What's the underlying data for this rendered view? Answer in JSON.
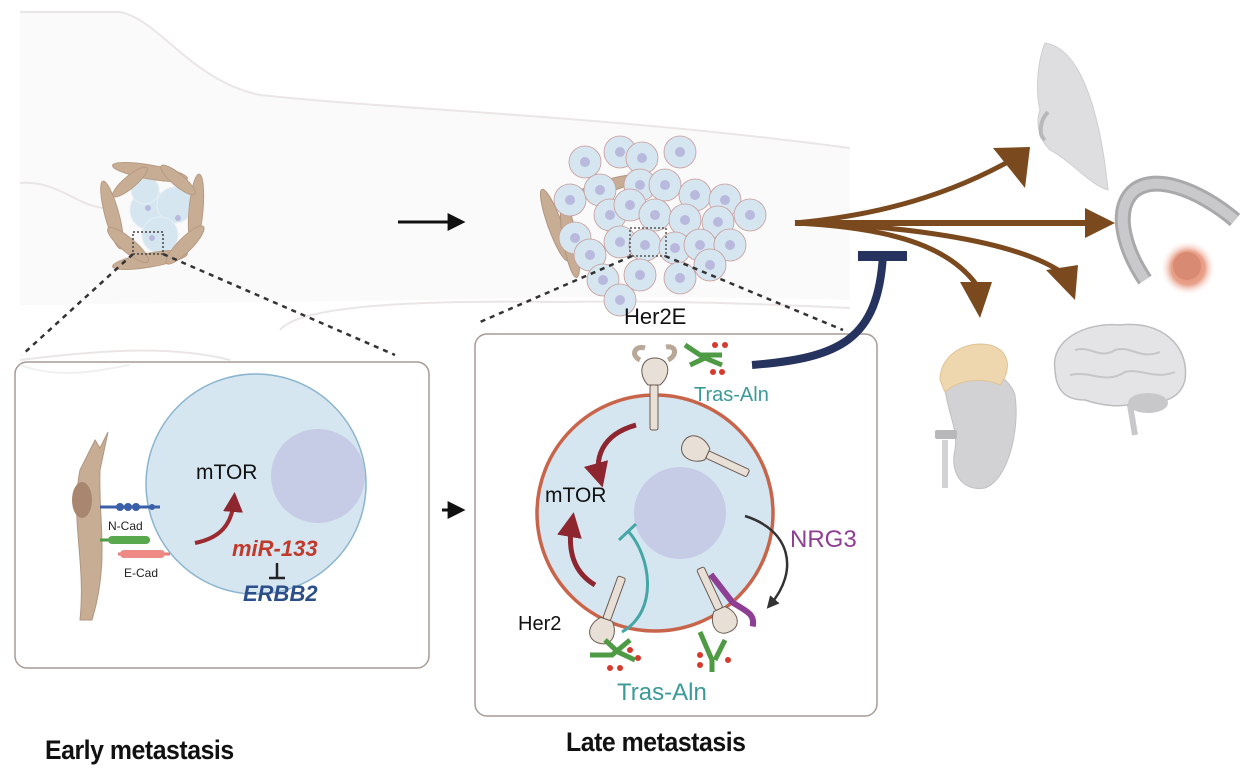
{
  "figure": {
    "captions": {
      "early": "Early metastasis",
      "late": "Late metastasis"
    },
    "tumor_label": "Her2E",
    "early_panel": {
      "mtor": "mTOR",
      "n_cad": "N-Cad",
      "e_cad": "E-Cad",
      "mirna": "miR-133",
      "gene": "ERBB2"
    },
    "late_panel": {
      "mtor": "mTOR",
      "her2": "Her2",
      "drug_top": "Tras-Aln",
      "drug_bottom": "Tras-Aln",
      "ligand": "NRG3"
    },
    "colors": {
      "metastasis_arrow": "#7a4a1e",
      "inhibition_bar": "#27335f",
      "mirna": "#c0392b",
      "gene": "#2c4f8a",
      "drug": "#3a9a98",
      "ligand": "#8e3f94",
      "membrane": "#c8644a",
      "cell_fill": "#d5e6f1",
      "nucleus": "#c6cbe6",
      "fibroblast": "#c8ad95"
    },
    "target_organs": [
      "lung",
      "bone",
      "brain",
      "kidney-adrenal"
    ]
  }
}
